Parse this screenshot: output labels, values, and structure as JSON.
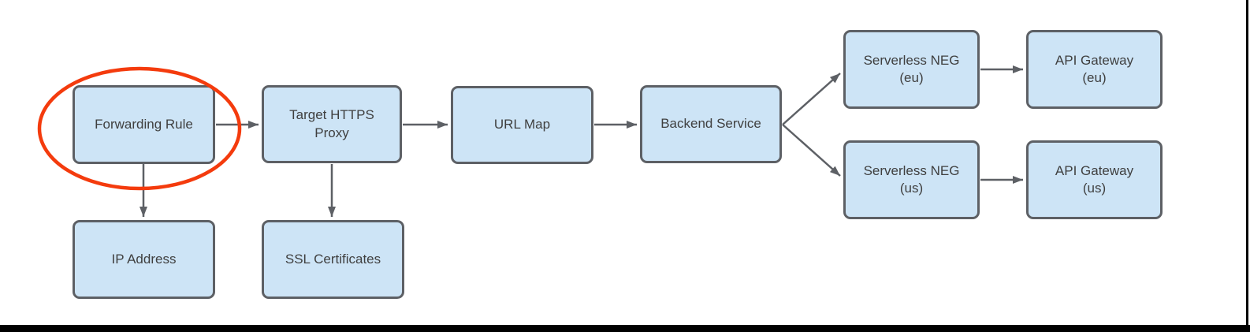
{
  "diagram": {
    "nodes": {
      "forwarding_rule": {
        "label": "Forwarding Rule"
      },
      "target_https_proxy": {
        "label": "Target HTTPS\nProxy"
      },
      "url_map": {
        "label": "URL Map"
      },
      "backend_service": {
        "label": "Backend Service"
      },
      "serverless_neg_eu": {
        "label": "Serverless NEG\n(eu)"
      },
      "api_gateway_eu": {
        "label": "API Gateway\n(eu)"
      },
      "serverless_neg_us": {
        "label": "Serverless NEG\n(us)"
      },
      "api_gateway_us": {
        "label": "API Gateway\n(us)"
      },
      "ip_address": {
        "label": "IP Address"
      },
      "ssl_certificates": {
        "label": "SSL Certificates"
      }
    },
    "edges": [
      {
        "from": "Forwarding Rule",
        "to": "Target HTTPS Proxy"
      },
      {
        "from": "Forwarding Rule",
        "to": "IP Address"
      },
      {
        "from": "Target HTTPS Proxy",
        "to": "URL Map"
      },
      {
        "from": "Target HTTPS Proxy",
        "to": "SSL Certificates"
      },
      {
        "from": "URL Map",
        "to": "Backend Service"
      },
      {
        "from": "Backend Service",
        "to": "Serverless NEG (eu)"
      },
      {
        "from": "Backend Service",
        "to": "Serverless NEG (us)"
      },
      {
        "from": "Serverless NEG (eu)",
        "to": "API Gateway (eu)"
      },
      {
        "from": "Serverless NEG (us)",
        "to": "API Gateway (us)"
      }
    ],
    "annotation": {
      "shape": "ellipse",
      "target": "Forwarding Rule"
    },
    "colors": {
      "node_fill": "#cde4f6",
      "node_stroke": "#5d6065",
      "arrow": "#5d6065",
      "highlight": "#f43b0d",
      "text": "#3f3f3f",
      "frame": "#000000"
    }
  }
}
